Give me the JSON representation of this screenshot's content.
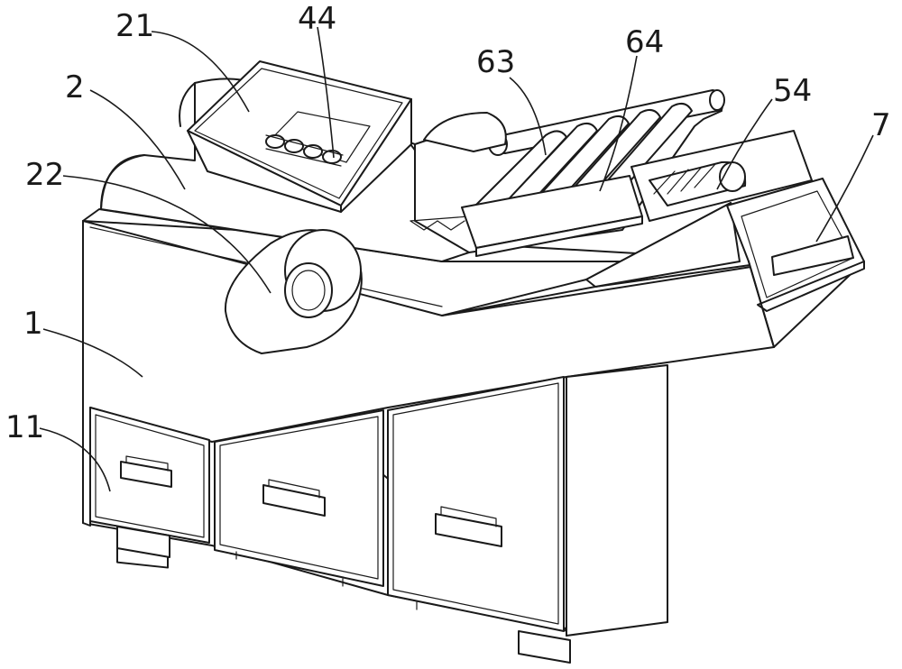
{
  "labels": {
    "l21": "21",
    "l44": "44",
    "l2": "2",
    "l63": "63",
    "l64": "64",
    "l54": "54",
    "l7": "7",
    "l22": "22",
    "l1": "1",
    "l11": "11"
  }
}
